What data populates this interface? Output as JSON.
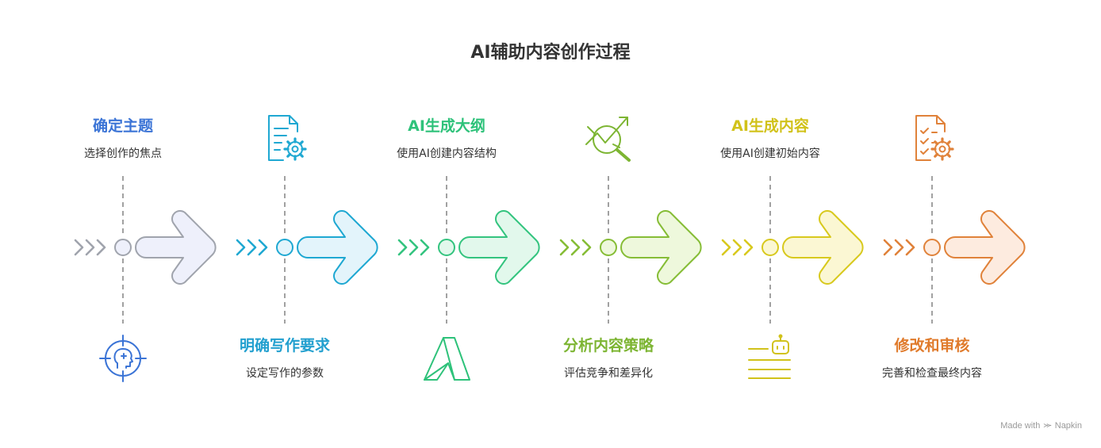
{
  "title": "AI辅助内容创作过程",
  "steps": [
    {
      "title": "确定主题",
      "desc": "选择创作的焦点",
      "color": "#3b74d6",
      "stroke": "#a0a4ad",
      "fill": "#eef0fb",
      "icon": "target-head-icon",
      "icon_color": "#3b74d6",
      "text_position": "top"
    },
    {
      "title": "明确写作要求",
      "desc": "设定写作的参数",
      "color": "#23a0cf",
      "stroke": "#1fa8d2",
      "fill": "#e3f4fb",
      "icon": "document-gear-icon",
      "icon_color": "#1fa8d2",
      "text_position": "bottom"
    },
    {
      "title": "AI生成大纲",
      "desc": "使用AI创建内容结构",
      "color": "#2ec27a",
      "stroke": "#34c47f",
      "fill": "#e2f8ec",
      "icon": "letter-a-icon",
      "icon_color": "#2ec27a",
      "text_position": "top"
    },
    {
      "title": "分析内容策略",
      "desc": "评估竞争和差异化",
      "color": "#7db533",
      "stroke": "#86bd36",
      "fill": "#eef8dc",
      "icon": "trend-magnifier-icon",
      "icon_color": "#7db533",
      "text_position": "bottom"
    },
    {
      "title": "AI生成内容",
      "desc": "使用AI创建初始内容",
      "color": "#d1c21a",
      "stroke": "#d8c91e",
      "fill": "#fbf7d3",
      "icon": "robot-text-icon",
      "icon_color": "#d1c21a",
      "text_position": "top"
    },
    {
      "title": "修改和审核",
      "desc": "完善和检查最终内容",
      "color": "#e07b2c",
      "stroke": "#e0823a",
      "fill": "#fdebdf",
      "icon": "checklist-gear-icon",
      "icon_color": "#e0823a",
      "text_position": "bottom"
    }
  ],
  "watermark": {
    "text": "Made with",
    "brand": "Napkin"
  }
}
